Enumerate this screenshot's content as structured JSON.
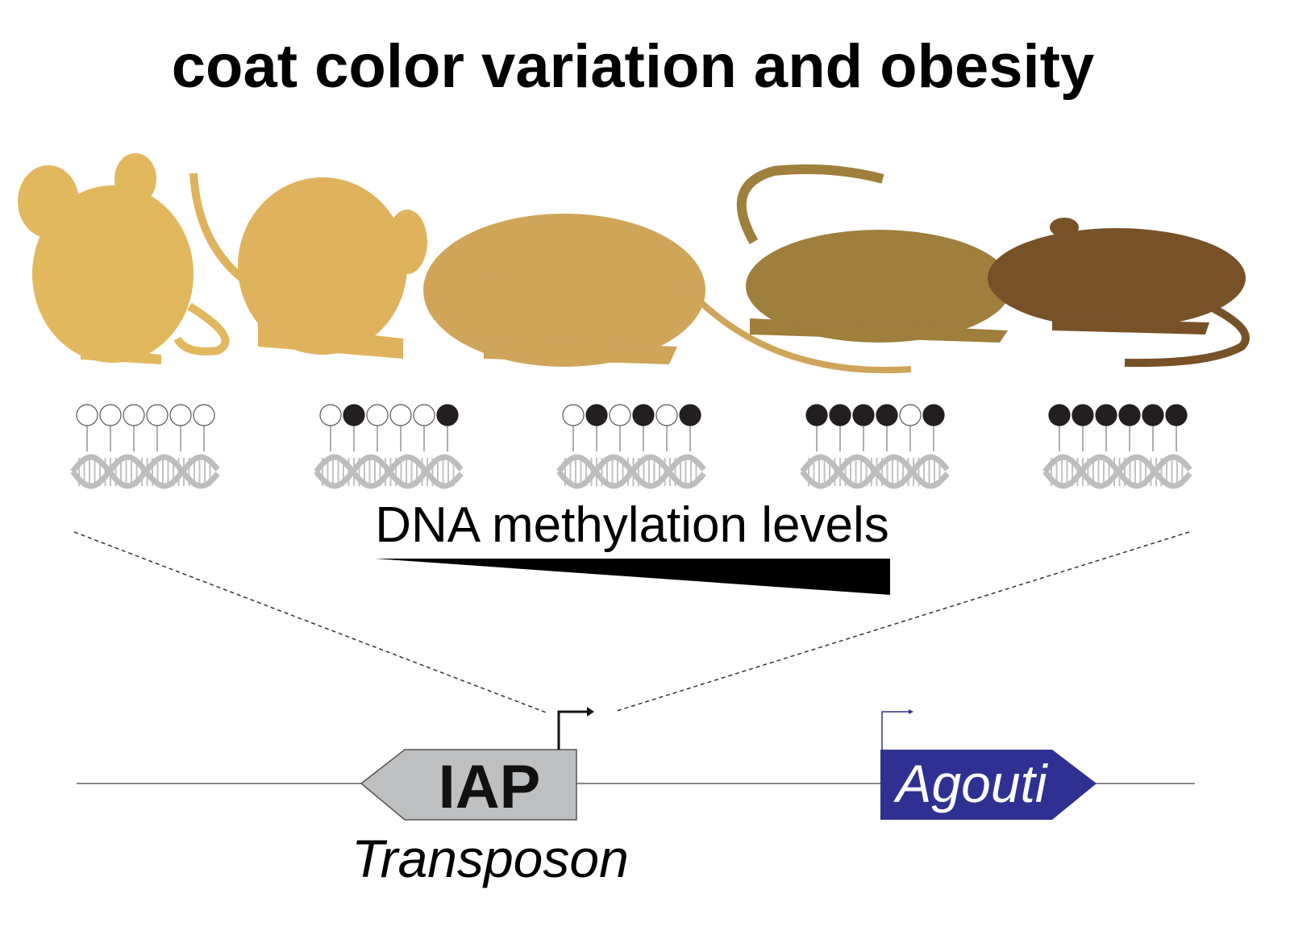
{
  "title": "coat color variation and obesity",
  "mice": [
    {
      "color": "#e2b85f"
    },
    {
      "color": "#dfb35e"
    },
    {
      "color": "#cfa55a"
    },
    {
      "color": "#9e7f3c"
    },
    {
      "color": "#775128"
    }
  ],
  "methylation_groups": [
    {
      "sites": [
        0,
        0,
        0,
        0,
        0,
        0
      ]
    },
    {
      "sites": [
        0,
        1,
        0,
        0,
        0,
        1
      ]
    },
    {
      "sites": [
        0,
        1,
        0,
        1,
        0,
        1
      ]
    },
    {
      "sites": [
        1,
        1,
        1,
        1,
        0,
        1
      ]
    },
    {
      "sites": [
        1,
        1,
        1,
        1,
        1,
        1
      ]
    }
  ],
  "methylation_label": "DNA methylation levels",
  "locus": {
    "iap_label": "IAP",
    "iap_sublabel": "Transposon",
    "gene_label": "Agouti",
    "iap_color": "#bebfc1",
    "gene_color": "#2e3192"
  }
}
